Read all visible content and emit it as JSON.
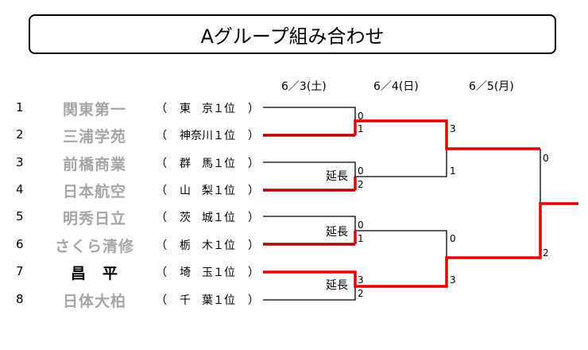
{
  "title": "Aグループ組み合わせ",
  "dates": [
    "6／3(土)",
    "6／4(日)",
    "6／5(月)"
  ],
  "teams": [
    {
      "seed": "1",
      "name": "関東第一",
      "qual": "東　京１位"
    },
    {
      "seed": "2",
      "name": "三浦学苑",
      "qual": "神奈川１位"
    },
    {
      "seed": "3",
      "name": "前橋商業",
      "qual": "群　馬１位"
    },
    {
      "seed": "4",
      "name": "日本航空",
      "qual": "山　梨１位"
    },
    {
      "seed": "5",
      "name": "明秀日立",
      "qual": "茨　城１位"
    },
    {
      "seed": "6",
      "name": "さくら清修",
      "qual": "栃　木１位"
    },
    {
      "seed": "7",
      "name": "昌　平",
      "qual": "埼　玉１位"
    },
    {
      "seed": "8",
      "name": "日体大柏",
      "qual": "千　葉１位"
    }
  ],
  "paren_open": "（",
  "paren_close": "）",
  "extra_inning_label": "延長",
  "round1": [
    {
      "top": "0",
      "bottom": "1",
      "extra": false
    },
    {
      "top": "0",
      "bottom": "2",
      "extra": true
    },
    {
      "top": "0",
      "bottom": "1",
      "extra": true
    },
    {
      "top": "3",
      "bottom": "2",
      "extra": true
    }
  ],
  "round2": [
    {
      "top": "3",
      "bottom": "1"
    },
    {
      "top": "0",
      "bottom": "3"
    }
  ],
  "final": {
    "top": "0",
    "bottom": "2"
  },
  "colors": {
    "winner_line": "#e60000",
    "loser_line": "#000000",
    "inactive_team": "#a6a6a6"
  }
}
